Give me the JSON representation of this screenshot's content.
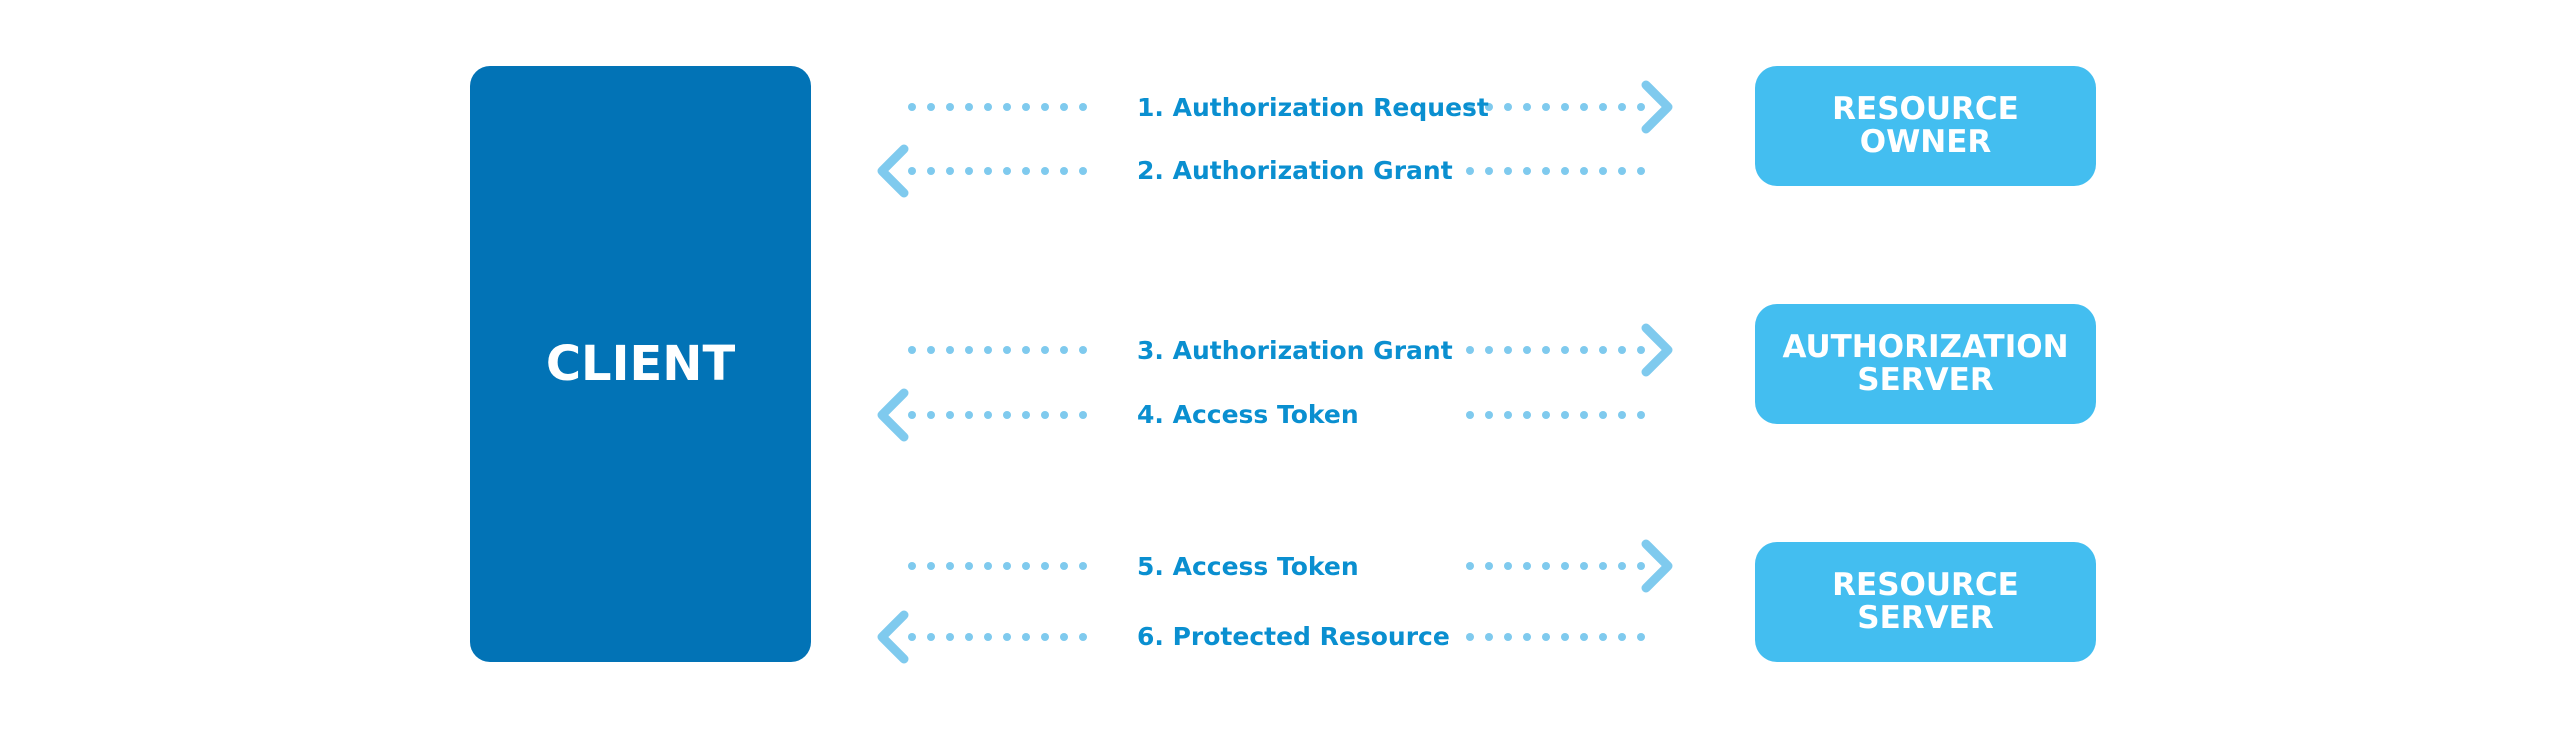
{
  "colors": {
    "client": "#0273b6",
    "party": "#43bef0",
    "dots": "#7fcaee",
    "label": "#0a8fd0"
  },
  "client": {
    "label": "CLIENT"
  },
  "parties": [
    {
      "id": "owner",
      "lines": [
        "RESOURCE",
        "OWNER"
      ]
    },
    {
      "id": "auth",
      "lines": [
        "AUTHORIZATION",
        "SERVER"
      ]
    },
    {
      "id": "res",
      "lines": [
        "RESOURCE",
        "SERVER"
      ]
    }
  ],
  "flows": [
    {
      "label": "1. Authorization Request",
      "direction": "right"
    },
    {
      "label": "2. Authorization Grant",
      "direction": "left"
    },
    {
      "label": "3. Authorization Grant",
      "direction": "right"
    },
    {
      "label": "4. Access Token",
      "direction": "left"
    },
    {
      "label": "5. Access Token",
      "direction": "right"
    },
    {
      "label": "6. Protected Resource",
      "direction": "left"
    }
  ]
}
